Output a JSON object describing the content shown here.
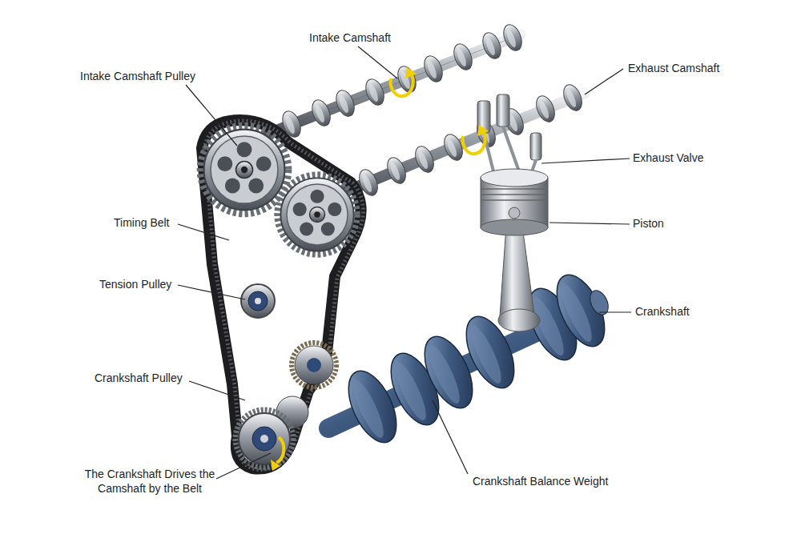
{
  "diagram": {
    "labels": [
      "Intake Camshaft",
      "Exhaust Camshaft",
      "Intake Camshaft Pulley",
      "Exhaust Valve",
      "Timing Belt",
      "Piston",
      "Tension Pulley",
      "Crankshaft",
      "Crankshaft Pulley",
      "The Crankshaft Drives the Camshaft by the Belt",
      "Crankshaft Balance Weight"
    ]
  }
}
